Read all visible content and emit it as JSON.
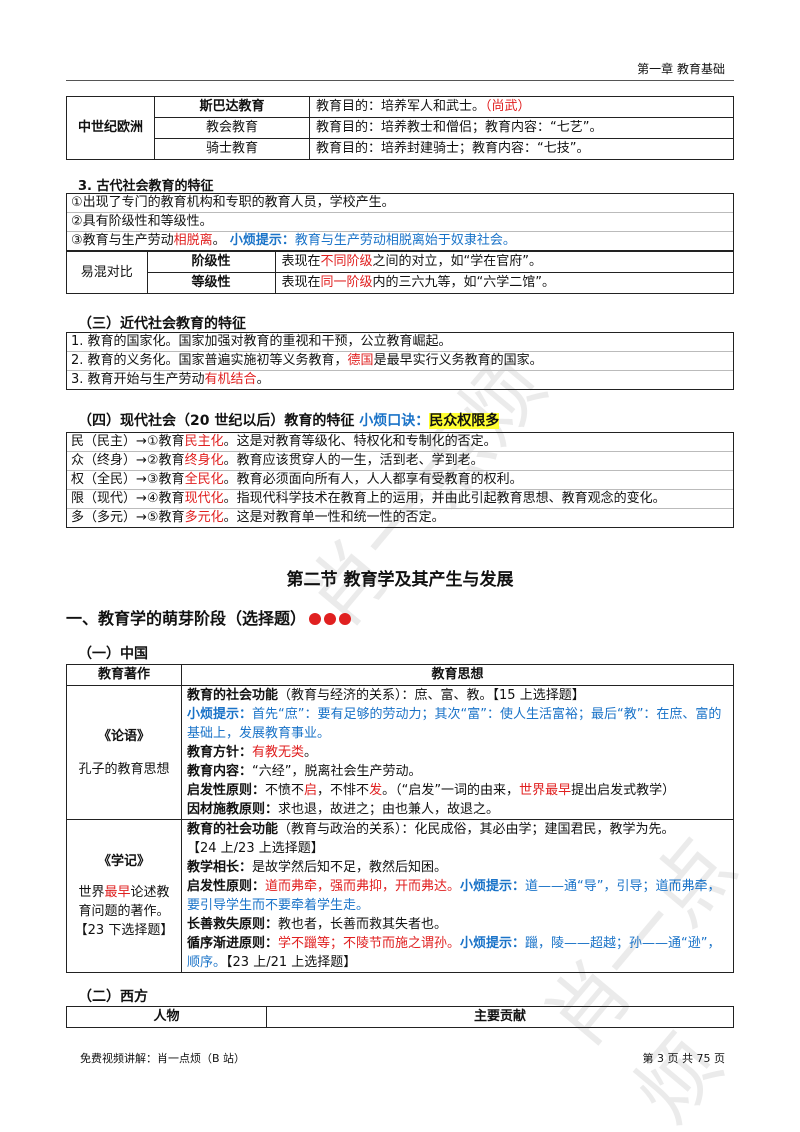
{
  "header": {
    "chapter": "第一章  教育基础"
  },
  "table1": {
    "rows": [
      {
        "group": "",
        "name": "斯巴达教育",
        "desc": "教育目的：培养军人和武士。",
        "note": "（尚武）"
      },
      {
        "group": "中世纪欧洲",
        "name": "教会教育",
        "desc": "教育目的：培养教士和僧侣；教育内容：“七艺”。",
        "note": ""
      },
      {
        "group": "",
        "name": "骑士教育",
        "desc": "教育目的：培养封建骑士；教育内容：“七技”。",
        "note": ""
      }
    ]
  },
  "sec3": {
    "title": "3. 古代社会教育的特征",
    "line1": "①出现了专门的教育机构和专职的教育人员，学校产生。",
    "line2": "②具有阶级性和等级性。",
    "line3_a": "③教育与生产劳动",
    "line3_red": "相脱离",
    "line3_b": "。",
    "line3_tip": "小烦提示：",
    "line3_tip_text": "教育与生产劳动相脱离始于奴隶社会。",
    "compare_label": "易混对比",
    "rows": [
      {
        "k": "阶级性",
        "a": "表现在",
        "r": "不同阶级",
        "b": "之间的对立，如“学在官府”。"
      },
      {
        "k": "等级性",
        "a": "表现在",
        "r": "同一阶级",
        "b": "内的三六九等，如“六学二馆”。"
      }
    ]
  },
  "modern": {
    "title": "（三）近代社会教育的特征",
    "l1": "1. 教育的国家化。国家加强对教育的重视和干预，公立教育崛起。",
    "l2_a": "2. 教育的义务化。国家普遍实施初等义务教育，",
    "l2_r": "德国",
    "l2_b": "是最早实行义务教育的国家。",
    "l3_a": "3. 教育开始与生产劳动",
    "l3_r": "有机结合",
    "l3_b": "。"
  },
  "contemporary": {
    "title": "（四）现代社会（20 世纪以后）教育的特征",
    "tip": "小烦口诀：",
    "mnemonic": "民众权限多",
    "lines": [
      {
        "k": "民（民主）→①教育",
        "r": "民主化",
        "b": "。这是对教育等级化、特权化和专制化的否定。"
      },
      {
        "k": "众（终身）→②教育",
        "r": "终身化",
        "b": "。教育应该贯穿人的一生，活到老、学到老。"
      },
      {
        "k": "权（全民）→③教育",
        "r": "全民化",
        "b": "。教育必须面向所有人，人人都享有受教育的权利。"
      },
      {
        "k": "限（现代）→④教育",
        "r": "现代化",
        "b": "。指现代科学技术在教育上的运用，并由此引起教育思想、教育观念的变化。"
      },
      {
        "k": "多（多元）→⑤教育",
        "r": "多元化",
        "b": "。这是对教育单一性和统一性的否定。"
      }
    ]
  },
  "section2": {
    "title": "第二节  教育学及其产生与发展"
  },
  "part1": {
    "title": "一、教育学的萌芽阶段（选择题）"
  },
  "china": {
    "title": "（一）中国",
    "col1": "教育著作",
    "col2": "教育思想",
    "lunyu": {
      "name": "《论语》",
      "sub": "孔子的教育思想",
      "f1_k": "教育的社会功能",
      "f1_v": "（教育与经济的关系）：庶、富、教。【15 上选择题】",
      "tip_k": "小烦提示：",
      "tip_v": "首先“庶”：要有足够的劳动力；其次“富”：使人生活富裕；最后“教”：在庶、富的基础上，发展教育事业。",
      "f2_k": "教育方针：",
      "f2_v": "有教无类",
      "f2_end": "。",
      "f3_k": "教育内容：",
      "f3_v": "“六经”，脱离社会生产劳动。",
      "f4_k": "启发性原则：",
      "f4_v1": "不愤不",
      "f4_r1": "启",
      "f4_v2": "，不悱不",
      "f4_r2": "发",
      "f4_v3": "。（“启发”一词的由来，",
      "f4_r3": "世界最早",
      "f4_v4": "提出启发式教学）",
      "f5_k": "因材施教原则：",
      "f5_v": "求也退，故进之；由也兼人，故退之。"
    },
    "xueji": {
      "name": "《学记》",
      "sub_a": "世界",
      "sub_r": "最早",
      "sub_b": "论述教育问题的著作。",
      "sub_c": "【23 下选择题】",
      "f1_k": "教育的社会功能",
      "f1_v": "（教育与政治的关系）：化民成俗，其必由学；建国君民，教学为先。",
      "f1_tag": "【24 上/23 上选择题】",
      "f2_k": "教学相长：",
      "f2_v": "是故学然后知不足，教然后知困。",
      "f3_k": "启发性原则：",
      "f3_r": "道而弗牵，强而弗抑，开而弗达。",
      "f3_tip": "小烦提示：",
      "f3_tip_v": "道——通“导”，引导；道而弗牵，要引导学生而不要牵着学生走。",
      "f4_k": "长善救失原则：",
      "f4_v": "教也者，长善而救其失者也。",
      "f5_k": "循序渐进原则：",
      "f5_r": "学不躐等；不陵节而施之谓孙。",
      "f5_tip": "小烦提示：",
      "f5_tip_v": "躐，陵——超越；孙——通“逊”，顺序。",
      "f5_tag": "【23 上/21 上选择题】"
    }
  },
  "west": {
    "title": "（二）西方",
    "col1": "人物",
    "col2": "主要贡献"
  },
  "footer": {
    "left": "免费视频讲解：肖一点烦（B 站）",
    "right": "第 3 页 共 75 页"
  },
  "watermark": "肖一点烦",
  "colors": {
    "red": "#e02020",
    "blue": "#1a73c8",
    "highlight": "#ffff33"
  }
}
